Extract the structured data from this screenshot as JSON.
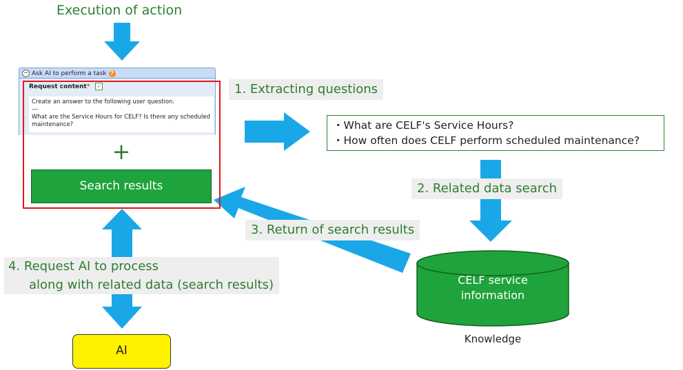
{
  "title": "Execution of action",
  "panel": {
    "header": "Ask AI to perform a task",
    "help_glyph": "?",
    "collapse_glyph": "−",
    "request_label": "Request content",
    "required_mark": "*",
    "check_glyph": "✓",
    "request_lines": [
      "Create an answer to the following user question.",
      "---",
      "What are the Service Hours for CELF? Is there any scheduled",
      "maintenance?"
    ]
  },
  "plus_sign": "+",
  "search_results_label": "Search results",
  "steps": {
    "step1": "1. Extracting questions",
    "step2": "2. Related data search",
    "step3": "3. Return of search results",
    "step4_line1": "4. Request AI to process",
    "step4_line2": "along with related data (search results)"
  },
  "questions": [
    "・What are CELF's Service Hours?",
    "・How often does CELF perform scheduled maintenance?"
  ],
  "database": {
    "line1": "CELF service",
    "line2": "information",
    "caption": "Knowledge"
  },
  "ai_label": "AI",
  "colors": {
    "arrow": "#1aa7e8",
    "text_green": "#2e7d32",
    "frame_red": "#e01818",
    "button_green": "#1fa33c",
    "ai_yellow": "#fff200",
    "label_bg": "#eeeeee"
  }
}
